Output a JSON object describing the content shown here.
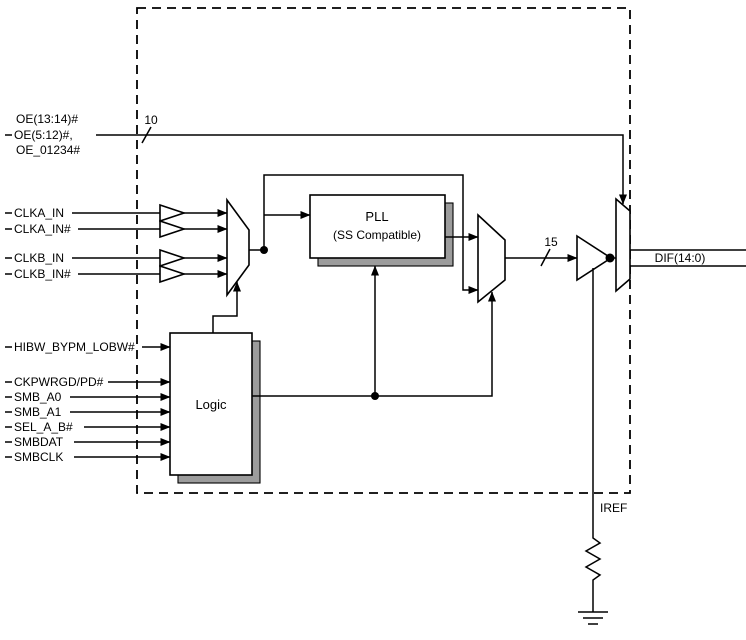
{
  "oe_inputs": {
    "line1": "OE(13:14)#",
    "line2": "OE(5:12)#,",
    "line3": "OE_01234#",
    "bus_width": "10"
  },
  "clock_inputs": {
    "clka": "CLKA_IN",
    "clka_n": "CLKA_IN#",
    "clkb": "CLKB_IN",
    "clkb_n": "CLKB_IN#"
  },
  "control_inputs": {
    "hibw": "HIBW_BYPM_LOBW#",
    "ckpwrgd": "CKPWRGD/PD#",
    "smb_a0": "SMB_A0",
    "smb_a1": "SMB_A1",
    "sel_a_b": "SEL_A_B#",
    "smbdat": "SMBDAT",
    "smbclk": "SMBCLK"
  },
  "blocks": {
    "pll_title": "PLL",
    "pll_subtitle": "(SS Compatible)",
    "logic": "Logic"
  },
  "output": {
    "bus_width": "15",
    "dif_label": "DIF(14:0)",
    "iref_label": "IREF"
  },
  "colors": {
    "line": "#000000",
    "block_shadow": "#9c9c9c",
    "background": "#ffffff"
  }
}
